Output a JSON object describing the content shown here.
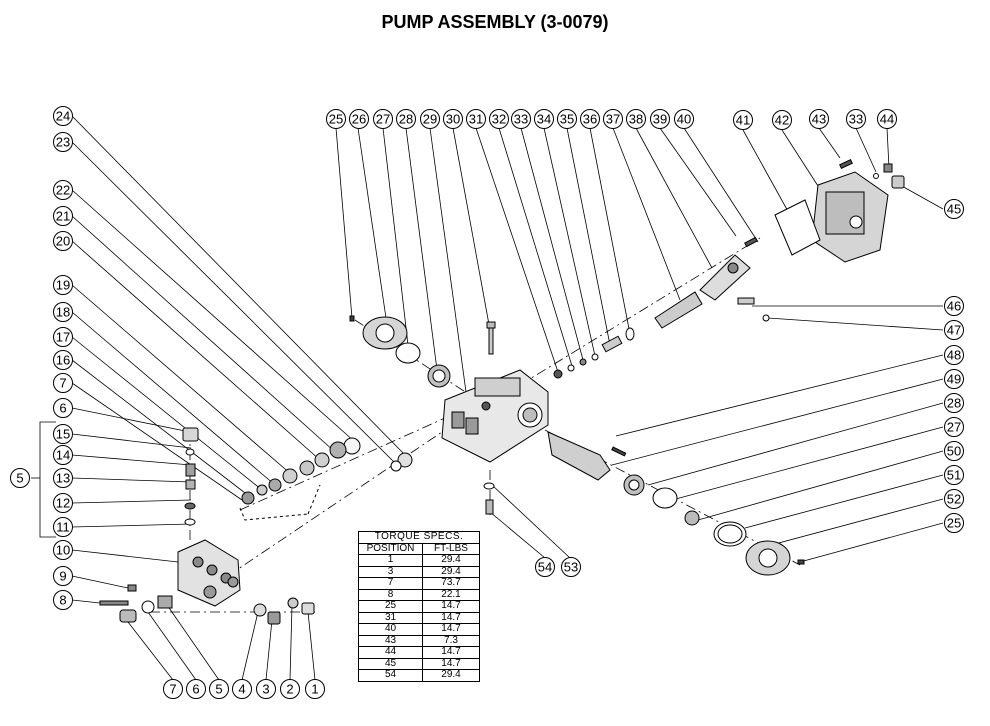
{
  "title": "PUMP ASSEMBLY (3-0079)",
  "torque_table": {
    "caption": "TORQUE SPECS.",
    "headers": [
      "POSITION",
      "FT-LBS"
    ],
    "rows": [
      [
        "1",
        "29.4"
      ],
      [
        "3",
        "29.4"
      ],
      [
        "7",
        "73.7"
      ],
      [
        "8",
        "22.1"
      ],
      [
        "25",
        "14.7"
      ],
      [
        "31",
        "14.7"
      ],
      [
        "40",
        "14.7"
      ],
      [
        "43",
        "7.3"
      ],
      [
        "44",
        "14.7"
      ],
      [
        "45",
        "14.7"
      ],
      [
        "54",
        "29.4"
      ]
    ]
  },
  "callouts": [
    "24",
    "23",
    "22",
    "21",
    "20",
    "19",
    "18",
    "17",
    "16",
    "7",
    "6",
    "15",
    "14",
    "13",
    "12",
    "11",
    "5",
    "10",
    "9",
    "8",
    "7",
    "6",
    "5",
    "4",
    "3",
    "2",
    "1",
    "25",
    "26",
    "27",
    "28",
    "29",
    "30",
    "31",
    "32",
    "33",
    "34",
    "35",
    "36",
    "37",
    "38",
    "39",
    "40",
    "41",
    "42",
    "43",
    "33",
    "44",
    "45",
    "46",
    "47",
    "48",
    "49",
    "28",
    "27",
    "50",
    "51",
    "52",
    "25",
    "54",
    "53"
  ]
}
